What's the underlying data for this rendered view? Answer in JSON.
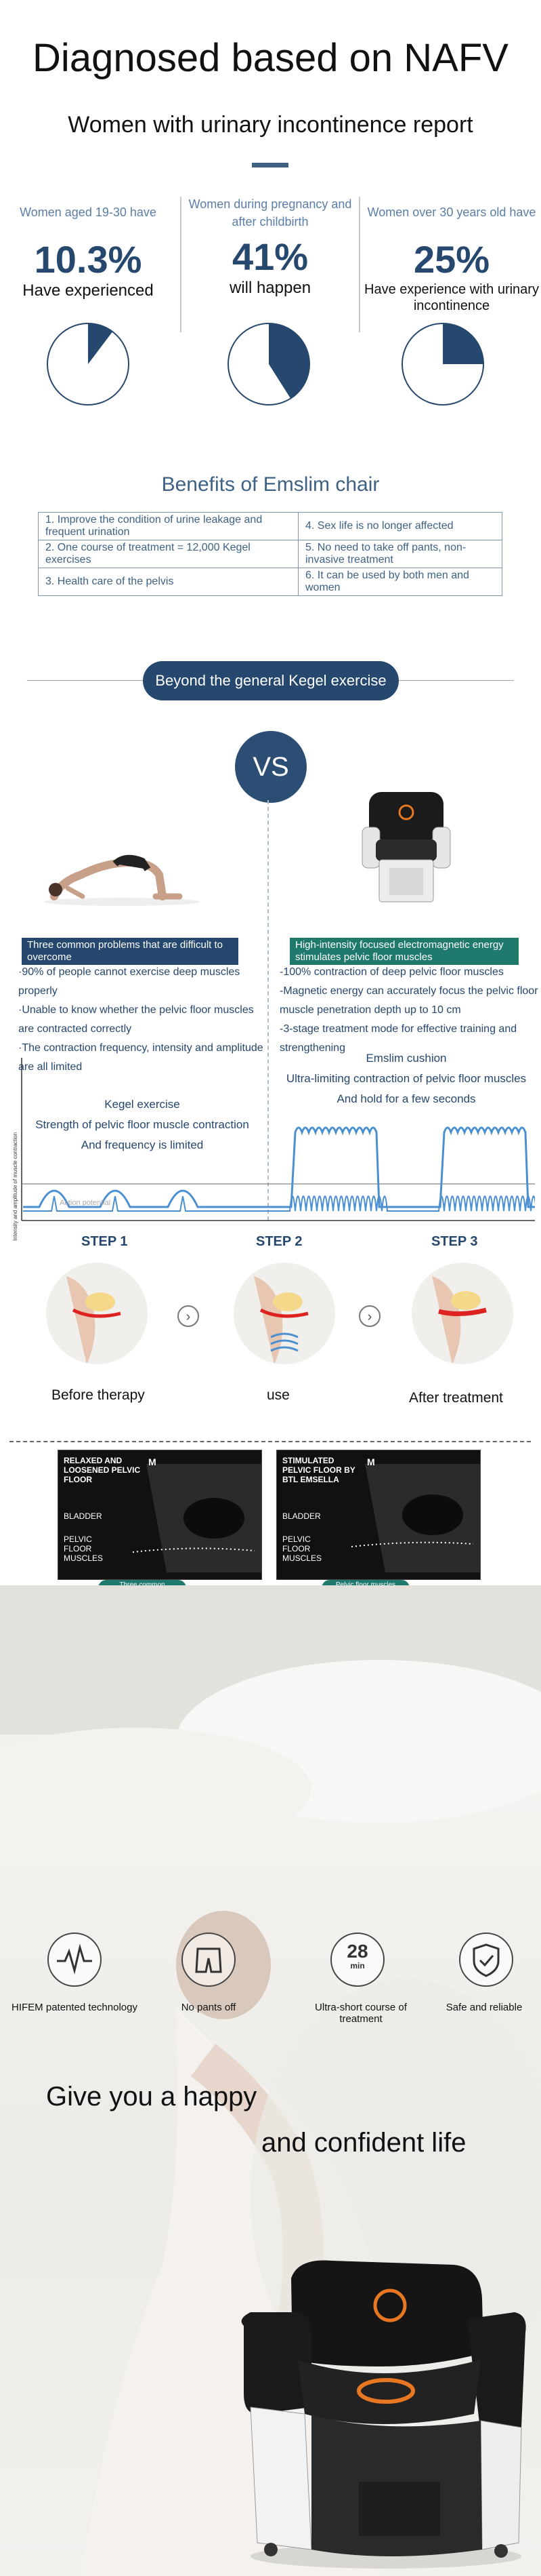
{
  "header": {
    "title": "Diagnosed based on NAFV",
    "subtitle": "Women with urinary incontinence report"
  },
  "stats": [
    {
      "caption": "Women aged 19-30 have",
      "value": "10.3%",
      "description": "Have experienced",
      "pie_fraction": 0.103
    },
    {
      "caption": "Women during pregnancy and after childbirth",
      "value": "41%",
      "description": "will happen",
      "pie_fraction": 0.41
    },
    {
      "caption": "Women over 30 years old have",
      "value": "25%",
      "description": "Have experience with urinary incontinence",
      "pie_fraction": 0.25
    }
  ],
  "colors": {
    "navy": "#26476e",
    "accent_blue": "#3e6184",
    "teal": "#1f7a6d",
    "caption_blue": "#5b7ea6",
    "wave": "#4a8fd0"
  },
  "benefits": {
    "title": "Benefits of Emslim chair",
    "rows": [
      [
        "1. Improve the condition of urine leakage and frequent urination",
        "4. Sex life is no longer affected"
      ],
      [
        "2. One course of treatment = 12,000 Kegel exercises",
        "5. No need to take off pants, non-invasive treatment"
      ],
      [
        "3. Health care of the pelvis",
        "6. It can be used by both men and women"
      ]
    ]
  },
  "comparison": {
    "pill": "Beyond the general Kegel exercise",
    "vs": "VS",
    "left": {
      "banner": "Three common problems that are difficult to overcome",
      "points": [
        "·90% of people cannot exercise deep muscles properly",
        "·Unable to know whether the pelvic floor muscles are contracted correctly",
        "·The contraction frequency, intensity and amplitude are all limited"
      ],
      "chart_title": "Kegel exercise",
      "chart_line2": "Strength of pelvic floor muscle contraction",
      "chart_line3": "And frequency is limited"
    },
    "right": {
      "banner": "High-intensity focused electromagnetic energy stimulates pelvic floor muscles",
      "points": [
        "-100% contraction of deep pelvic floor muscles",
        "-Magnetic energy can accurately focus the pelvic floor muscle penetration depth up to 10 cm",
        "-3-stage treatment mode for effective training and strengthening"
      ],
      "chart_title": "Emslim cushion",
      "chart_line2": "Ultra-limiting contraction of pelvic floor muscles",
      "chart_line3": "And hold for a few seconds"
    },
    "y_axis_label": "Intensity and amplitude of muscle contraction",
    "action_potential": "Action potential",
    "steps": [
      "STEP 1",
      "STEP 2",
      "STEP 3"
    ]
  },
  "phases": {
    "labels": [
      "Before therapy",
      "use",
      "After treatment"
    ],
    "arrow_icon": "chevron-right-icon"
  },
  "ultrasound": [
    {
      "header": "RELAXED AND LOOSENED PELVIC FLOOR",
      "labels": [
        "BLADDER",
        "PELVIC FLOOR MUSCLES"
      ],
      "caption": "Three common problems that are difficult to",
      "brand": "M"
    },
    {
      "header": "STIMULATED PELVIC FLOOR BY BTL EMSELLA",
      "labels": [
        "BLADDER",
        "PELVIC FLOOR MUSCLES"
      ],
      "caption": "Pelvic floor muscles activated by Emslim cushion",
      "brand": "M"
    }
  ],
  "features": [
    {
      "icon": "heartbeat-waveform-icon",
      "label": "HIFEM patented technology"
    },
    {
      "icon": "pants-icon",
      "label": "No pants off"
    },
    {
      "icon": "timer-28-icon",
      "icon_text": "28",
      "icon_subtext": "min",
      "label": "Ultra-short course of treatment"
    },
    {
      "icon": "shield-check-icon",
      "label": "Safe and reliable"
    }
  ],
  "tagline": {
    "line1": "Give you a happy",
    "line2": "and confident life"
  }
}
